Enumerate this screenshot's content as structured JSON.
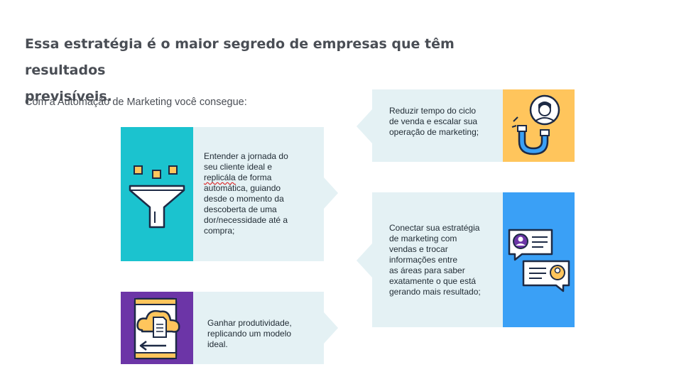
{
  "heading": {
    "line1": "Essa estratégia é o maior segredo de empresas que têm resultados",
    "line2": "previsíveis."
  },
  "intro": "Com a Automação de Marketing você consegue:",
  "cards": [
    {
      "id": "jornada",
      "lines": [
        "Entender a jornada do",
        "seu cliente ideal e",
        "replicála",
        " de forma",
        "automática, guiando",
        "desde o momento da",
        "descoberta de uma",
        "dor/necessidade até a",
        "compra;"
      ],
      "icon": "funnel-icon",
      "icon_bg": "#1bc3cf"
    },
    {
      "id": "ciclo",
      "lines": [
        "Reduzir tempo do ciclo",
        "de venda e escalar sua",
        "operação de marketing;"
      ],
      "icon": "magnet-user-icon",
      "icon_bg": "#ffc55c"
    },
    {
      "id": "conectar",
      "lines": [
        "Conectar sua estratégia",
        "de marketing com",
        "vendas e trocar",
        "informações entre",
        "as áreas para saber",
        "exatamente o que está",
        "gerando mais resultado;"
      ],
      "icon": "chat-bubbles-icon",
      "icon_bg": "#3aa0f6"
    },
    {
      "id": "produtividade",
      "lines": [
        "Ganhar produtividade,",
        "replicando um modelo",
        "ideal."
      ],
      "icon": "cloud-tablet-icon",
      "icon_bg": "#6c35a7"
    }
  ],
  "colors": {
    "card_bg": "#e4f1f4",
    "outline": "#1d2a45",
    "accent_yellow": "#ffc55c"
  }
}
